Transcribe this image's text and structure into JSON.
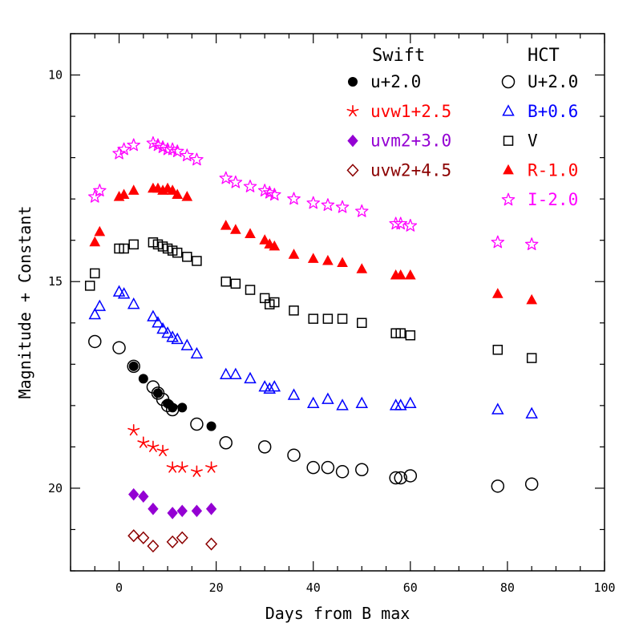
{
  "chart_data": {
    "type": "scatter",
    "title": "",
    "xlabel": "Days from B max",
    "ylabel": "Magnitude + Constant",
    "xlim": [
      -10,
      100
    ],
    "ylim": [
      22,
      9
    ],
    "y_inverted": true,
    "x_major_ticks": [
      0,
      20,
      40,
      60,
      80,
      100
    ],
    "y_major_ticks": [
      10,
      15,
      20
    ],
    "grid": false,
    "legend_groups": [
      {
        "heading": "Swift",
        "position": "top-center",
        "entries": [
          "u+2.0",
          "uvw1+2.5",
          "uvm2+3.0",
          "uvw2+4.5"
        ]
      },
      {
        "heading": "HCT",
        "position": "top-right",
        "entries": [
          "U+2.0",
          "B+0.6",
          "V",
          "R-1.0",
          "I-2.0"
        ]
      }
    ],
    "series": [
      {
        "name": "u+2.0",
        "group": "Swift",
        "marker": "filled-circle",
        "color": "#000000",
        "x": [
          3,
          5,
          8,
          10,
          11,
          13,
          19
        ],
        "y": [
          17.05,
          17.35,
          17.7,
          17.95,
          18.05,
          18.05,
          18.5
        ]
      },
      {
        "name": "uvw1+2.5",
        "group": "Swift",
        "marker": "star-asterisk",
        "color": "#ff0000",
        "x": [
          3,
          5,
          7,
          9,
          11,
          13,
          16,
          19
        ],
        "y": [
          18.6,
          18.9,
          19.0,
          19.1,
          19.5,
          19.5,
          19.6,
          19.5
        ]
      },
      {
        "name": "uvm2+3.0",
        "group": "Swift",
        "marker": "filled-diamond",
        "color": "#9400d3",
        "x": [
          3,
          5,
          7,
          11,
          13,
          16,
          19
        ],
        "y": [
          20.15,
          20.2,
          20.5,
          20.6,
          20.55,
          20.55,
          20.5
        ]
      },
      {
        "name": "uvw2+4.5",
        "group": "Swift",
        "marker": "open-diamond",
        "color": "#8b0000",
        "x": [
          3,
          5,
          7,
          11,
          13,
          19
        ],
        "y": [
          21.15,
          21.2,
          21.4,
          21.3,
          21.2,
          21.35
        ]
      },
      {
        "name": "U+2.0",
        "group": "HCT",
        "marker": "open-circle",
        "color": "#000000",
        "x": [
          -5,
          0,
          3,
          7,
          8,
          9,
          10,
          11,
          16,
          22,
          30,
          36,
          40,
          43,
          46,
          50,
          57,
          58,
          60,
          78,
          85
        ],
        "y": [
          16.45,
          16.6,
          17.05,
          17.55,
          17.7,
          17.85,
          18.0,
          18.1,
          18.45,
          18.9,
          19.0,
          19.2,
          19.5,
          19.5,
          19.6,
          19.55,
          19.75,
          19.75,
          19.7,
          19.95,
          19.9
        ]
      },
      {
        "name": "B+0.6",
        "group": "HCT",
        "marker": "open-triangle",
        "color": "#0000ff",
        "x": [
          -5,
          -4,
          0,
          1,
          3,
          7,
          8,
          9,
          10,
          11,
          12,
          14,
          16,
          22,
          24,
          27,
          30,
          31,
          32,
          36,
          40,
          43,
          46,
          50,
          57,
          58,
          60,
          78,
          85
        ],
        "y": [
          15.8,
          15.6,
          15.25,
          15.3,
          15.55,
          15.85,
          16.0,
          16.15,
          16.25,
          16.35,
          16.4,
          16.55,
          16.75,
          17.25,
          17.25,
          17.35,
          17.55,
          17.6,
          17.55,
          17.75,
          17.95,
          17.85,
          18.0,
          17.95,
          18.0,
          18.0,
          17.95,
          18.1,
          18.2
        ]
      },
      {
        "name": "V",
        "group": "HCT",
        "marker": "open-square",
        "color": "#000000",
        "x": [
          -6,
          -5,
          0,
          1,
          3,
          7,
          8,
          9,
          10,
          11,
          12,
          14,
          16,
          22,
          24,
          27,
          30,
          31,
          32,
          36,
          40,
          43,
          46,
          50,
          57,
          58,
          60,
          78,
          85
        ],
        "y": [
          15.1,
          14.8,
          14.2,
          14.2,
          14.1,
          14.05,
          14.1,
          14.15,
          14.2,
          14.25,
          14.3,
          14.4,
          14.5,
          15.0,
          15.05,
          15.2,
          15.4,
          15.55,
          15.5,
          15.7,
          15.9,
          15.9,
          15.9,
          16.0,
          16.25,
          16.25,
          16.3,
          16.65,
          16.85
        ]
      },
      {
        "name": "R-1.0",
        "group": "HCT",
        "marker": "filled-triangle",
        "color": "#ff0000",
        "x": [
          -5,
          -4,
          0,
          1,
          3,
          7,
          8,
          9,
          10,
          11,
          12,
          14,
          22,
          24,
          27,
          30,
          31,
          32,
          36,
          40,
          43,
          46,
          50,
          57,
          58,
          60,
          78,
          85
        ],
        "y": [
          14.05,
          13.8,
          12.95,
          12.9,
          12.8,
          12.75,
          12.75,
          12.8,
          12.75,
          12.8,
          12.9,
          12.95,
          13.65,
          13.75,
          13.85,
          14.0,
          14.1,
          14.15,
          14.35,
          14.45,
          14.5,
          14.55,
          14.7,
          14.85,
          14.85,
          14.85,
          15.3,
          15.45
        ]
      },
      {
        "name": "I-2.0",
        "group": "HCT",
        "marker": "open-star",
        "color": "#ff00ff",
        "x": [
          -5,
          -4,
          0,
          1,
          3,
          7,
          8,
          9,
          10,
          11,
          12,
          14,
          16,
          22,
          24,
          27,
          30,
          31,
          32,
          36,
          40,
          43,
          46,
          50,
          57,
          58,
          60,
          78,
          85
        ],
        "y": [
          12.95,
          12.8,
          11.9,
          11.8,
          11.7,
          11.65,
          11.7,
          11.75,
          11.8,
          11.8,
          11.85,
          11.95,
          12.05,
          12.5,
          12.6,
          12.7,
          12.8,
          12.85,
          12.9,
          13.0,
          13.1,
          13.15,
          13.2,
          13.3,
          13.6,
          13.6,
          13.65,
          14.05,
          14.1
        ]
      }
    ]
  }
}
